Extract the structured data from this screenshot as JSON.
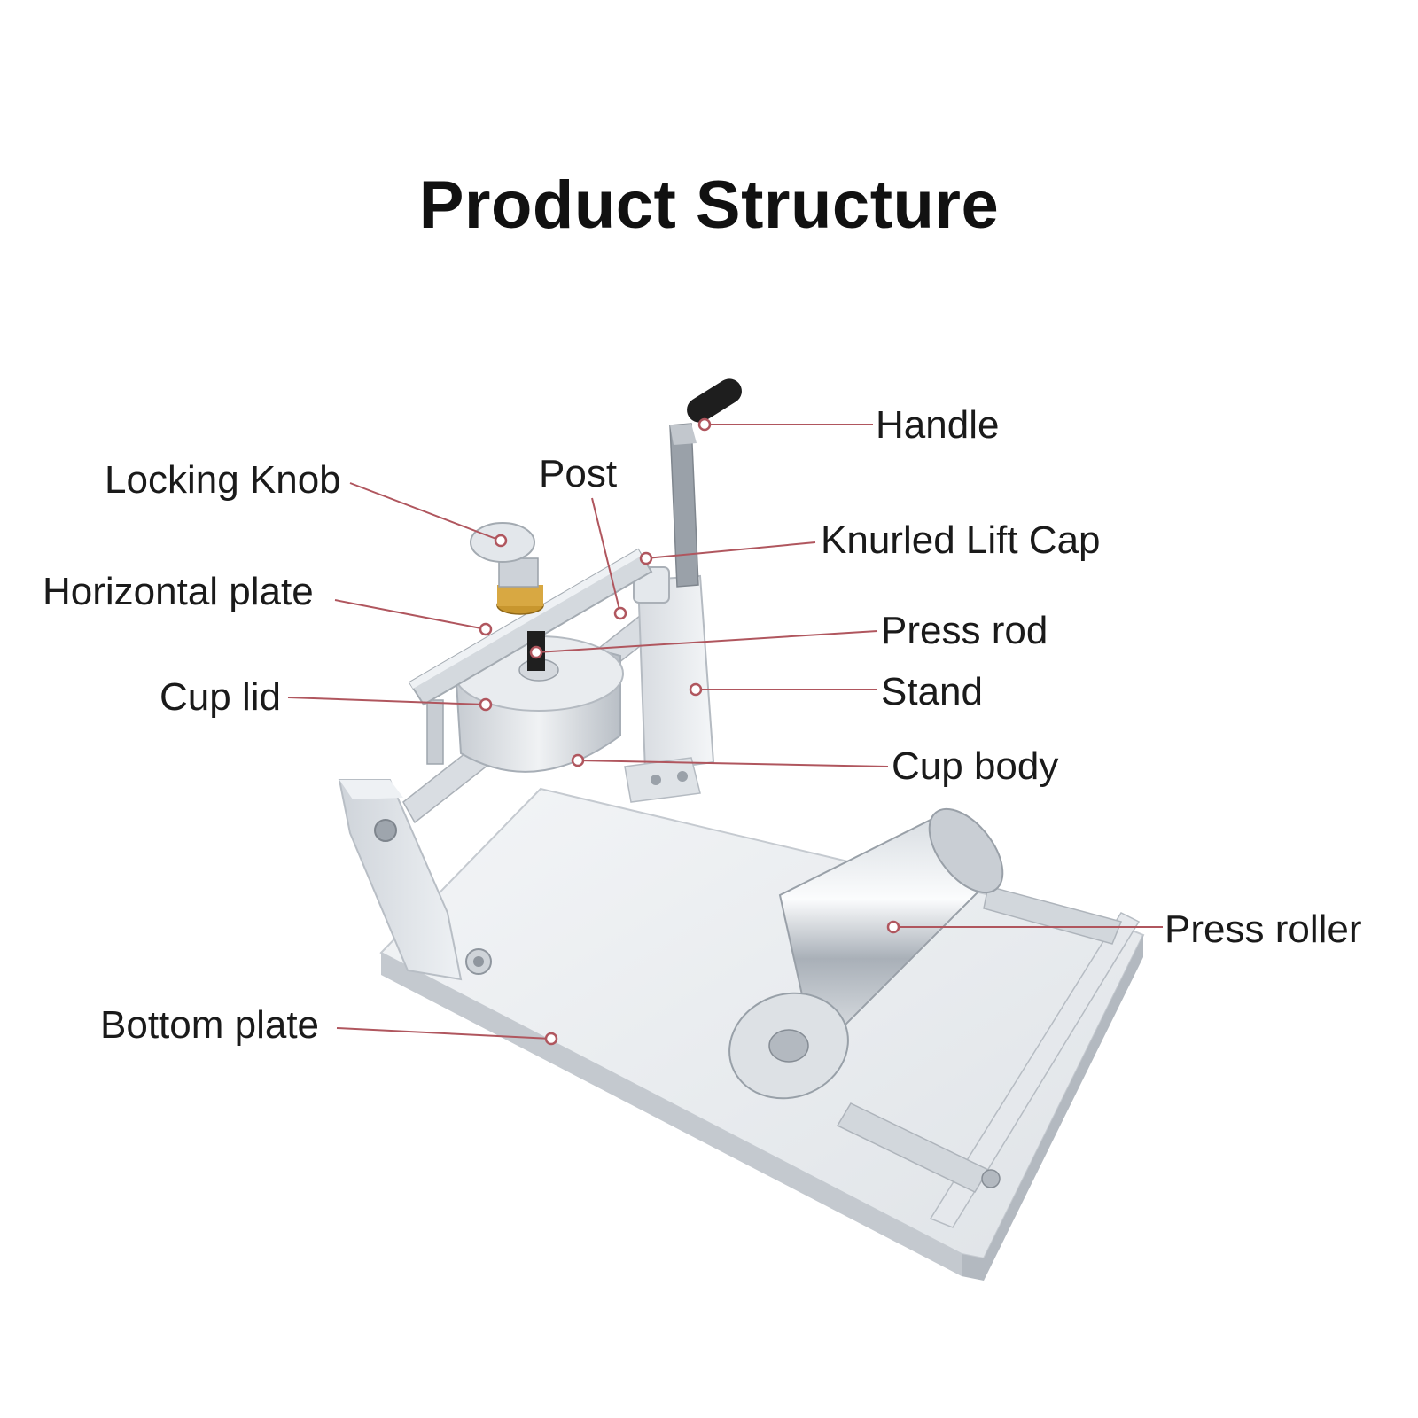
{
  "title": "Product Structure",
  "colors": {
    "leader_line": "#b0565e",
    "metal_light": "#e9ecef",
    "metal_mid": "#c9ced4",
    "metal_dark": "#9aa1a9",
    "handle_grip": "#1e1e1e",
    "brass": "#c8962e"
  },
  "labels": {
    "handle": "Handle",
    "locking_knob": "Locking Knob",
    "post": "Post",
    "knurled_lift_cap": "Knurled Lift Cap",
    "horizontal_plate": "Horizontal plate",
    "press_rod": "Press rod",
    "cup_lid": "Cup lid",
    "stand": "Stand",
    "cup_body": "Cup body",
    "press_roller": "Press roller",
    "bottom_plate": "Bottom plate"
  }
}
